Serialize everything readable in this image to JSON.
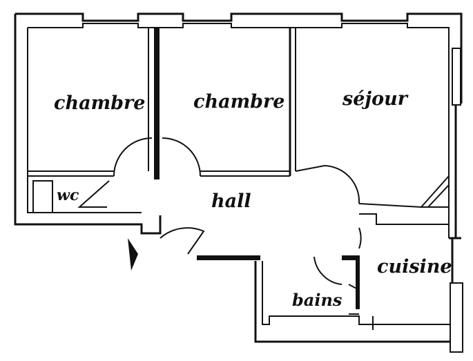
{
  "rooms": {
    "chambre_1": "chambre",
    "chambre_2": "chambre",
    "sejour": "séjour",
    "wc": "wc",
    "hall": "hall",
    "cuisine": "cuisine",
    "bains": "bains"
  }
}
